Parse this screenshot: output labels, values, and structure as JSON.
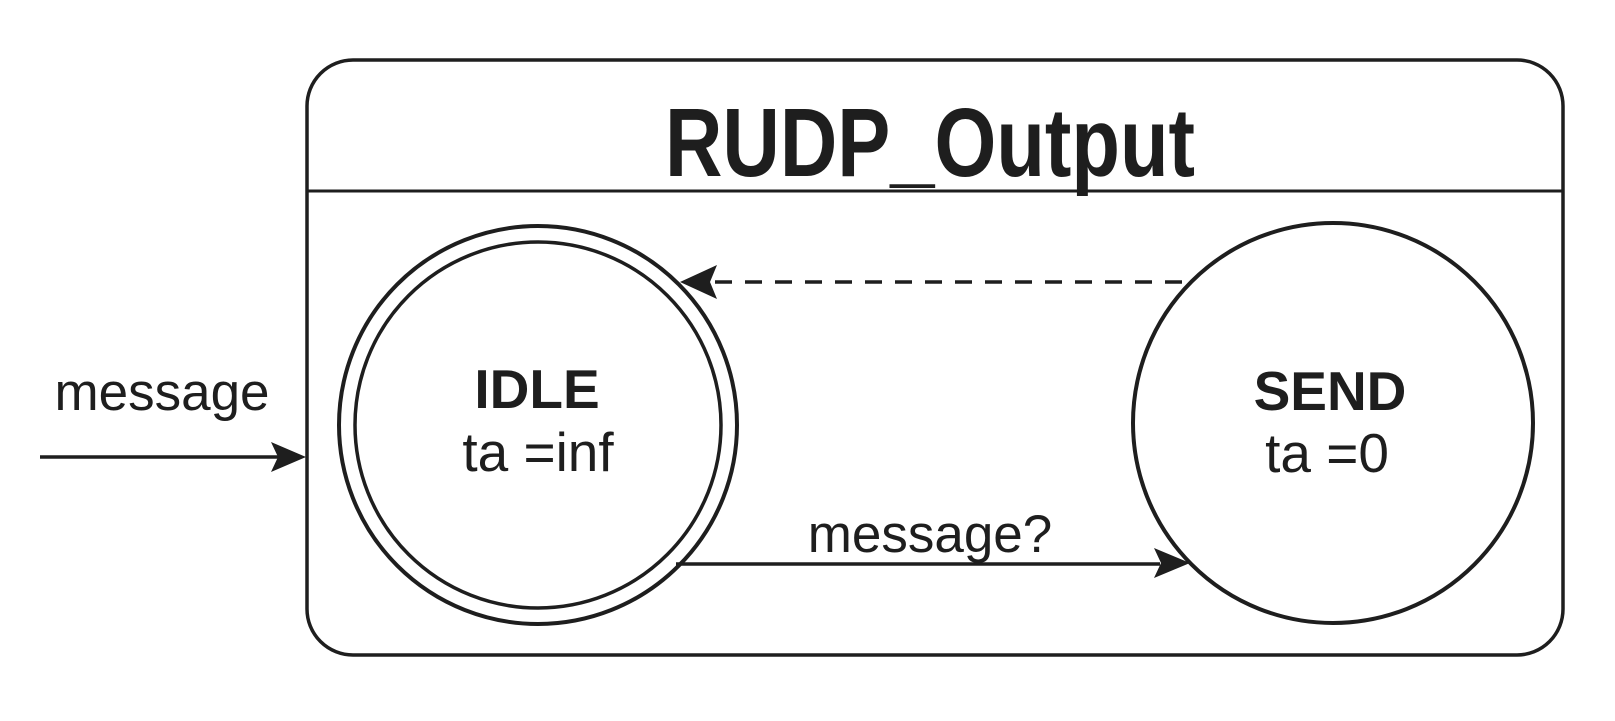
{
  "colors": {
    "ink": "#1e1e1e",
    "background": "#ffffff"
  },
  "model": {
    "title": "RUDP_Output",
    "input": {
      "label": "message"
    },
    "states": [
      {
        "name": "IDLE",
        "ta": "ta =inf",
        "shape": "double-circle"
      },
      {
        "name": "SEND",
        "ta": "ta =0",
        "shape": "circle"
      }
    ],
    "transitions": [
      {
        "from": "IDLE",
        "to": "SEND",
        "label": "message?",
        "line": "solid"
      },
      {
        "from": "SEND",
        "to": "IDLE",
        "line": "dashed"
      }
    ]
  }
}
